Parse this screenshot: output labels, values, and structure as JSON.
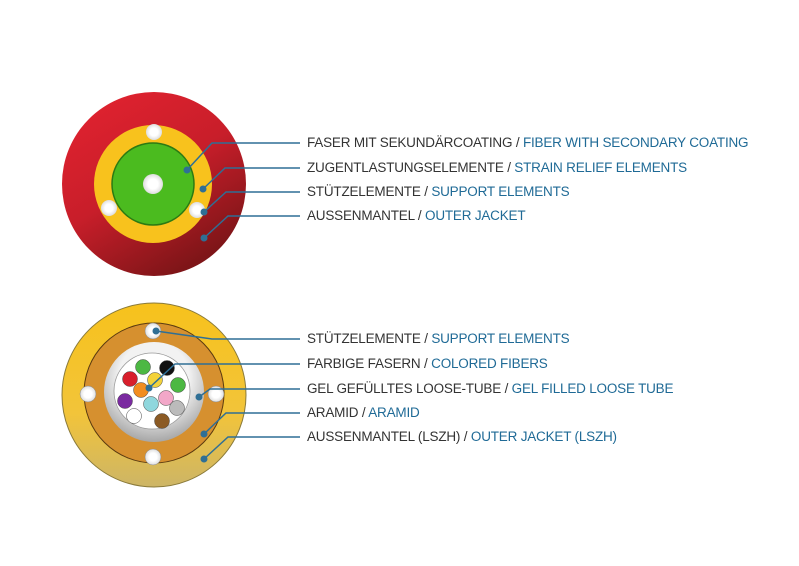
{
  "colors": {
    "accent_blue": "#1f6a96",
    "callout_line": "#2f6f95"
  },
  "cable1": {
    "labels": [
      {
        "de": "FASER MIT SEKUNDÄRCOATING",
        "en": "FIBER WITH SECONDARY COATING"
      },
      {
        "de": "ZUGENTLASTUNGSELEMENTE",
        "en": "STRAIN RELIEF ELEMENTS"
      },
      {
        "de": "STÜTZELEMENTE",
        "en": "SUPPORT ELEMENTS"
      },
      {
        "de": "AUSSENMANTEL",
        "en": "OUTER JACKET"
      }
    ]
  },
  "cable2": {
    "labels": [
      {
        "de": "STÜTZELEMENTE",
        "en": "SUPPORT ELEMENTS"
      },
      {
        "de": "FARBIGE FASERN",
        "en": "COLORED FIBERS"
      },
      {
        "de": "GEL GEFÜLLTES LOOSE-TUBE",
        "en": "GEL FILLED LOOSE TUBE"
      },
      {
        "de": "ARAMID",
        "en": "ARAMID"
      },
      {
        "de": "AUSSENMANTEL (LSZH)",
        "en": "OUTER JACKET (LSZH)"
      }
    ]
  },
  "separator": " / "
}
